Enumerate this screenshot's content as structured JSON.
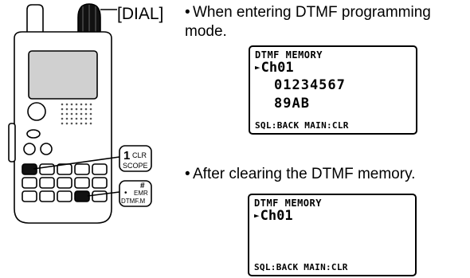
{
  "dial_label": "[DIAL]",
  "bullet1": "When entering DTMF programming mode.",
  "bullet2": "After clearing the DTMF memory.",
  "bullet_char": "•",
  "key1": {
    "num": "1",
    "sup": "CLR",
    "sub": "SCOPE"
  },
  "key2": {
    "sym": "#",
    "dot": "•",
    "sup": "EMR",
    "sub": "DTMF.M"
  },
  "lcd1": {
    "line1": "DTMF MEMORY",
    "line2": "Ch01",
    "line3": "01234567",
    "line4": "89AB",
    "line5": "SQL:BACK MAIN:CLR"
  },
  "lcd2": {
    "line1": "DTMF MEMORY",
    "line2": "Ch01",
    "line5": "SQL:BACK MAIN:CLR"
  },
  "icons": [
    "radio-transceiver-illustration",
    "channel-pointer-triangle-icon"
  ]
}
